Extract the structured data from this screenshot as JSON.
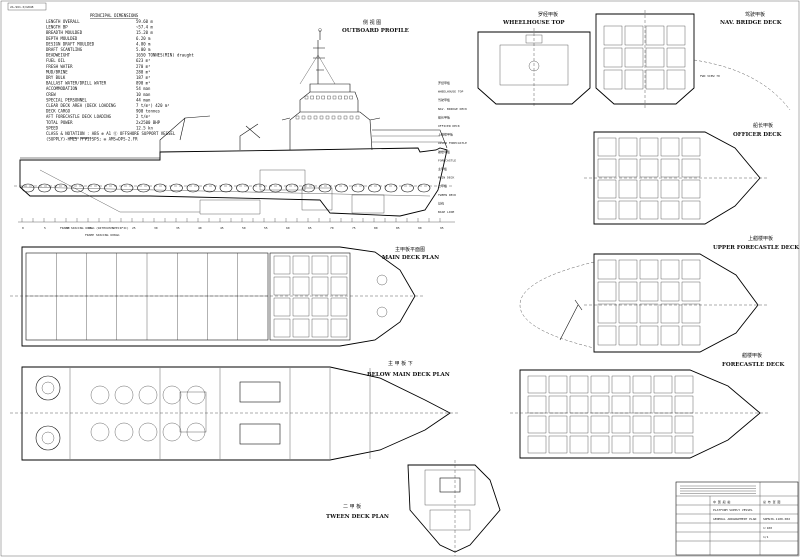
{
  "header_tag": "2A-961-0/G848",
  "particulars": {
    "heading": "PRINCIPAL DIMENSIONS",
    "rows": [
      {
        "label": "LENGTH OVERALL",
        "value": "59.60 m"
      },
      {
        "label": "LENGTH BP",
        "value": "~57.4 m"
      },
      {
        "label": "BREADTH MOULDED",
        "value": "15.20 m"
      },
      {
        "label": "DEPTH MOULDED",
        "value": "6.20 m"
      },
      {
        "label": "DESIGN DRAFT MOULDED",
        "value": "4.80 m"
      },
      {
        "label": "DRAFT SCANTLING",
        "value": "5.00 m"
      },
      {
        "label": "DEADWEIGHT",
        "value": "1650 TONNES(MIN) draught"
      },
      {
        "label": "FUEL OIL",
        "value": "623 m³"
      },
      {
        "label": "FRESH WATER",
        "value": "270 m³"
      },
      {
        "label": "MUD/BRINE",
        "value": "280 m³"
      },
      {
        "label": "DRY BULK",
        "value": "187 m³"
      },
      {
        "label": "BALLAST WATER/DRILL WATER",
        "value": "890 m³"
      },
      {
        "label": "ACCOMMODATION",
        "value": "54 man"
      },
      {
        "label": "CREW",
        "value": "10 man"
      },
      {
        "label": "SPECIAL PERSONNEL",
        "value": "44 man"
      },
      {
        "label": "CLEAR DECK AREA (DECK LOADING",
        "value": "7 t/m²) 420 m²"
      },
      {
        "label": "DECK CARGO",
        "value": "900 tonnes"
      },
      {
        "label": "AFT FORECASTLE DECK LOADING",
        "value": "2 t/m²"
      },
      {
        "label": "TOTAL POWER",
        "value": "2x2500 BHP"
      },
      {
        "label": "SPEED",
        "value": "12.5 kn"
      },
      {
        "label": "CLASS & NOTATION : ABS ✠ A1 Ⓔ OFFSHORE SUPPORT VESSEL",
        "value": ""
      },
      {
        "label": "(SUPPLY)-HMLS FFV1(SPS; ✠ AMS+DPS-2.FR",
        "value": ""
      }
    ]
  },
  "views": {
    "outboard": {
      "cn": "侧 视 图",
      "en": "OUTBOARD PROFILE"
    },
    "main_deck": {
      "cn": "主甲板平面图",
      "en": "MAIN DECK PLAN"
    },
    "below_main": {
      "cn": "主 甲 板 下",
      "en": "BELOW MAIN DECK PLAN"
    },
    "tween": {
      "cn": "二 甲 板",
      "en": "TWEEN DECK PLAN"
    },
    "wheelhouse_top": {
      "cn": "罗经甲板",
      "en": "WHEELHOUSE TOP"
    },
    "nav_bridge": {
      "cn": "驾驶甲板",
      "en": "NAV. BRIDGE DECK"
    },
    "officer": {
      "cn": "船长甲板",
      "en": "OFFICER DECK"
    },
    "upper_fc": {
      "cn": "上艏楼甲板",
      "en": "UPPER FORECASTLE DECK"
    },
    "forecastle": {
      "cn": "艏楼甲板",
      "en": "FORECASTLE DECK"
    }
  },
  "profile_labels": {
    "deck_levels": [
      "罗经甲板",
      "WHEELHOUSE TOP",
      "驾驶甲板",
      "NAV. BRIDGE DECK",
      "船长甲板",
      "OFFICER DECK",
      "上艏楼甲板",
      "UPPER FORECASTLE",
      "艏楼甲板",
      "FORECASTLE",
      "主甲板",
      "MAIN DECK",
      "二甲板",
      "TWEEN DECK",
      "基线",
      "BASE LINE"
    ],
    "frame_note": "FRAME SPACING 600mm (WITHOUT SPECIFIC)",
    "frame_text": "FRAME SPACING 600mm",
    "cargo_note": "CARGO GUARDS",
    "frame_numbers": [
      "0",
      "5",
      "10",
      "15",
      "20",
      "25",
      "30",
      "35",
      "40",
      "45",
      "50",
      "55",
      "60",
      "65",
      "70",
      "75",
      "80",
      "85",
      "90",
      "95"
    ]
  },
  "fwd_label": "FWD VIEW 70",
  "title_block": {
    "company": "中 国 船 舶",
    "drawing_cn": "总 布 置 图",
    "drawing_en": "GENERAL ARRANGEMENT PLAN",
    "vessel": "PLATFORM SUPPLY VESSEL",
    "number": "SDMS36-1100-002",
    "scale": "1:100",
    "sheet": "1/1"
  },
  "icons": {
    "compass": "compass-icon"
  }
}
